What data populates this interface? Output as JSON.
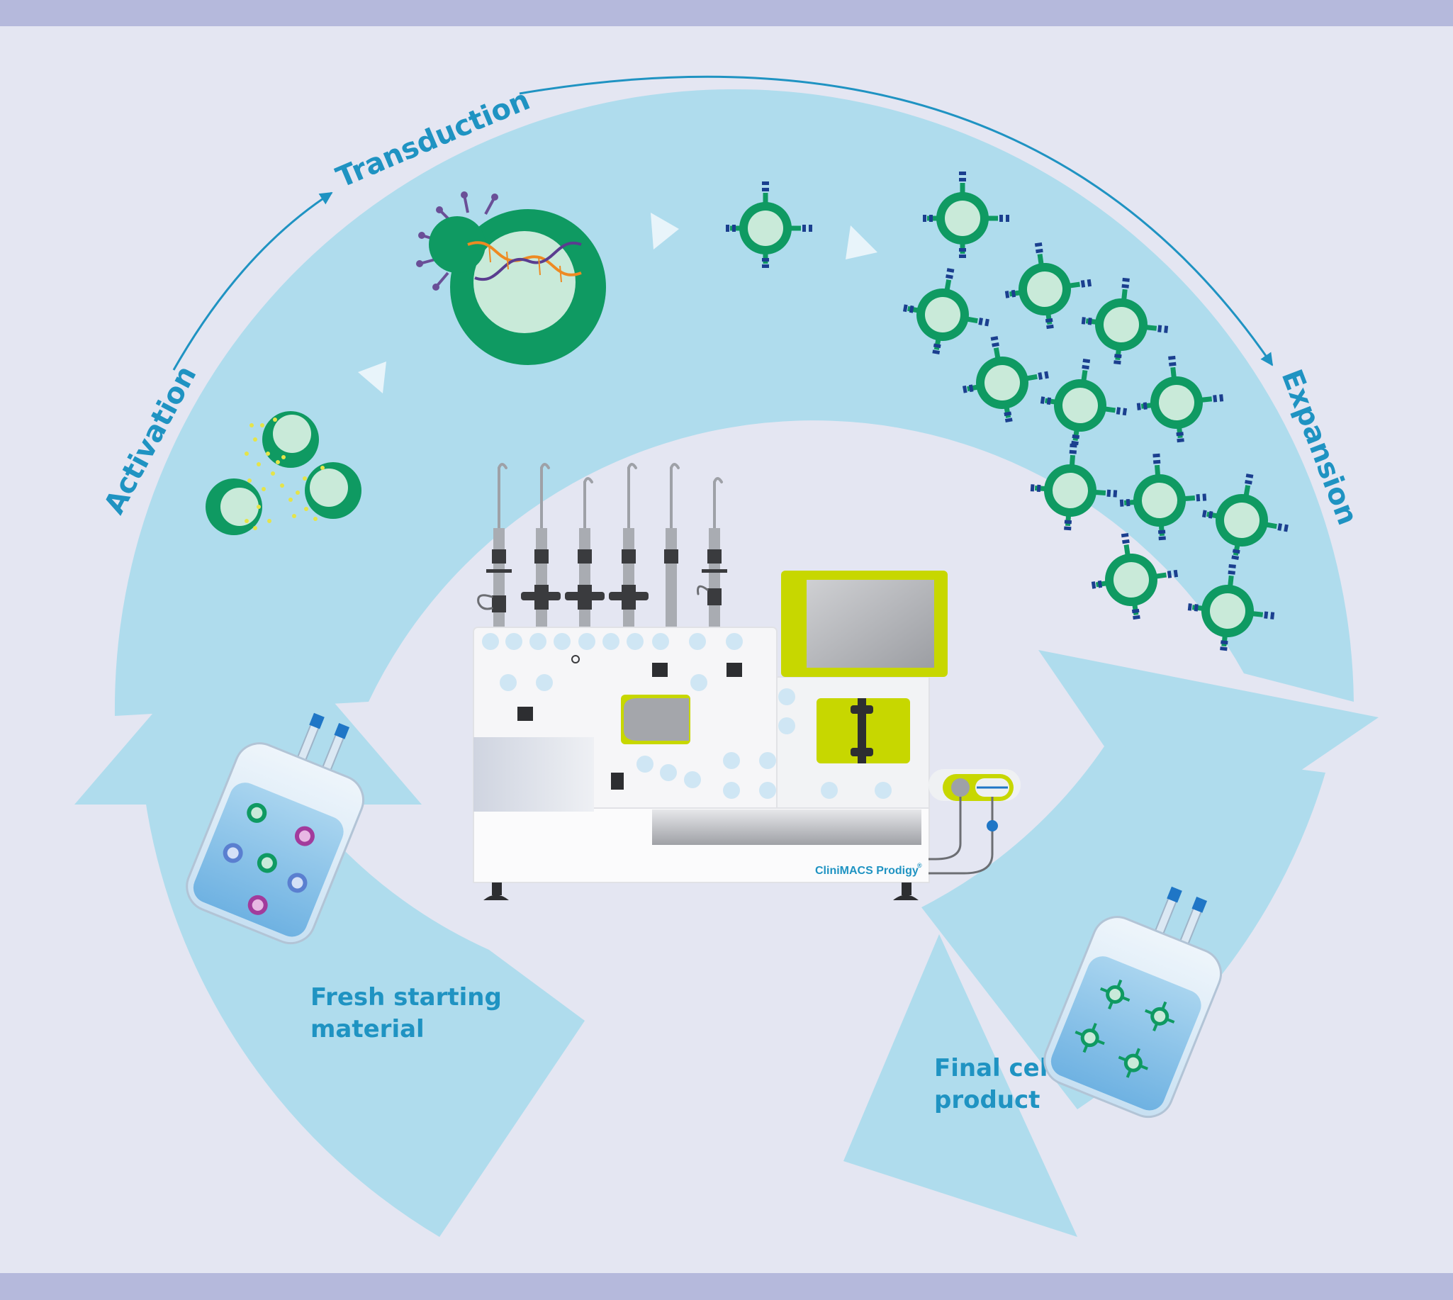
{
  "labels": {
    "activation": "Activation",
    "transduction": "Transduction",
    "expansion": "Expansion",
    "fresh_line1": "Fresh starting",
    "fresh_line2": "material",
    "final_line1": "Final cell",
    "final_line2": "product"
  },
  "device": {
    "brand": "CliniMACS Prodigy",
    "reg": "®"
  },
  "colors": {
    "background": "#e4e6f2",
    "band": "#b5b9dc",
    "ring": "#afdced",
    "label": "#1f93c2",
    "cell_dark": "#0f9a62",
    "cell_light": "#c9ead9",
    "lime": "#c7d700",
    "receptor": "#1b3f8f"
  },
  "icons": {
    "activation_cells": "activation-cells-icon",
    "virus": "virus-icon",
    "dna": "dna-icon",
    "car_t_cell": "car-t-cell-icon",
    "bag": "cell-bag-icon",
    "device": "cell-processing-device-icon"
  }
}
